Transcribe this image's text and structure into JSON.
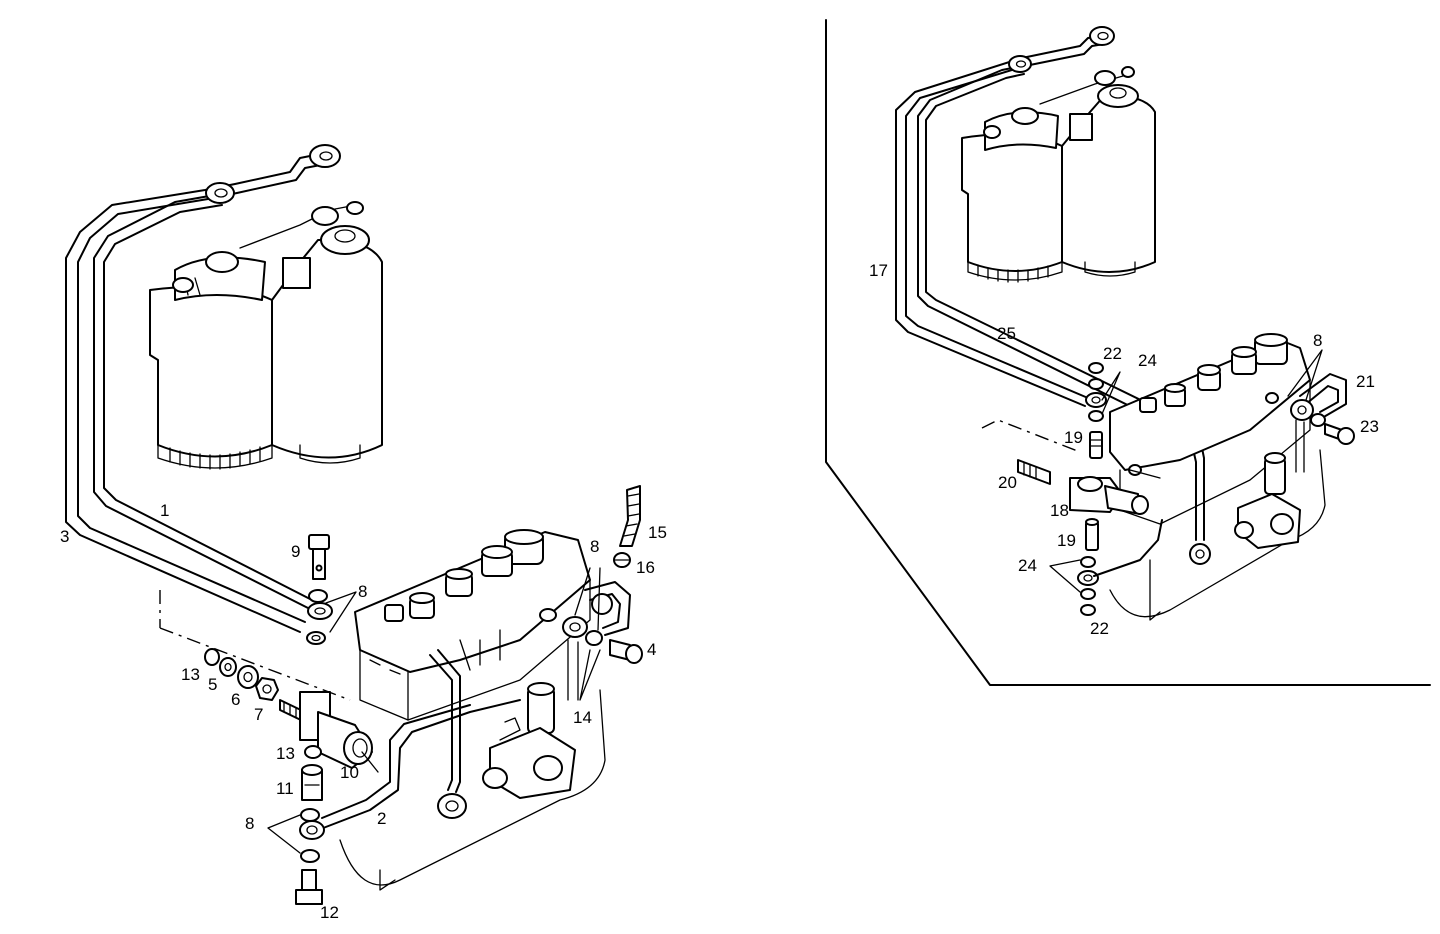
{
  "callouts": {
    "c1": "1",
    "c2": "2",
    "c3": "3",
    "c4": "4",
    "c5": "5",
    "c6": "6",
    "c7": "7",
    "c8a": "8",
    "c8b": "8",
    "c8c": "8",
    "c8d": "8",
    "c9": "9",
    "c10": "10",
    "c11": "11",
    "c12": "12",
    "c13a": "13",
    "c13b": "13",
    "c14": "14",
    "c15": "15",
    "c16": "16",
    "c17": "17",
    "c18": "18",
    "c19a": "19",
    "c19b": "19",
    "c20": "20",
    "c21": "21",
    "c22a": "22",
    "c22b": "22",
    "c23": "23",
    "c24a": "24",
    "c24b": "24",
    "c25": "25"
  }
}
